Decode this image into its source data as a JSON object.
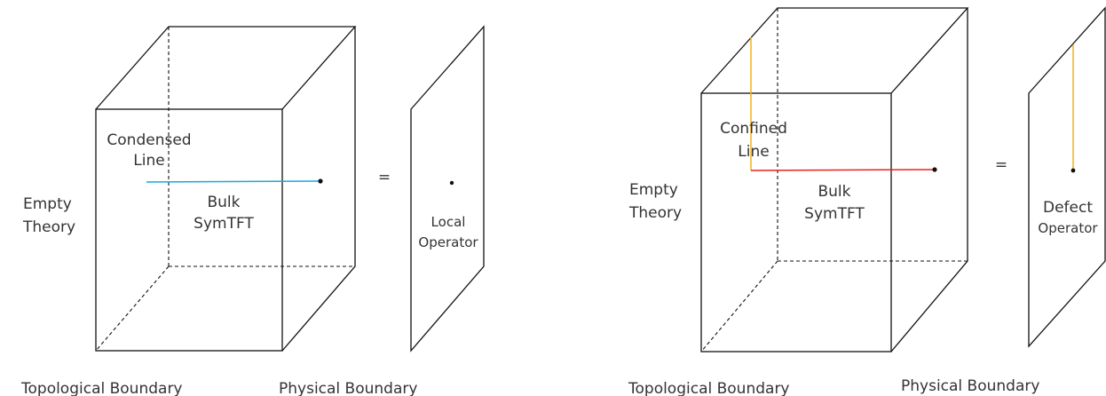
{
  "colors": {
    "condensed": "#1aa7e0",
    "confined": "#e8231f",
    "defect_line": "#f2b21c",
    "edge": "#111111",
    "text": "#333333"
  },
  "left_panel": {
    "condensed_line_label": [
      "Condensed",
      "Line"
    ],
    "bulk_label": [
      "Bulk",
      "SymTFT"
    ],
    "empty_theory_label": [
      "Empty",
      "Theory"
    ],
    "equals_sign": "=",
    "local_operator_label": [
      "Local",
      "Operator"
    ],
    "topological_boundary_label": "Topological Boundary",
    "physical_boundary_label": "Physical Boundary"
  },
  "right_panel": {
    "confined_line_label": [
      "Confined",
      "Line"
    ],
    "bulk_label": [
      "Bulk",
      "SymTFT"
    ],
    "empty_theory_label": [
      "Empty",
      "Theory"
    ],
    "equals_sign": "=",
    "defect_operator_label": [
      "Defect",
      "Operator"
    ],
    "topological_boundary_label": "Topological Boundary",
    "physical_boundary_label": "Physical Boundary"
  }
}
